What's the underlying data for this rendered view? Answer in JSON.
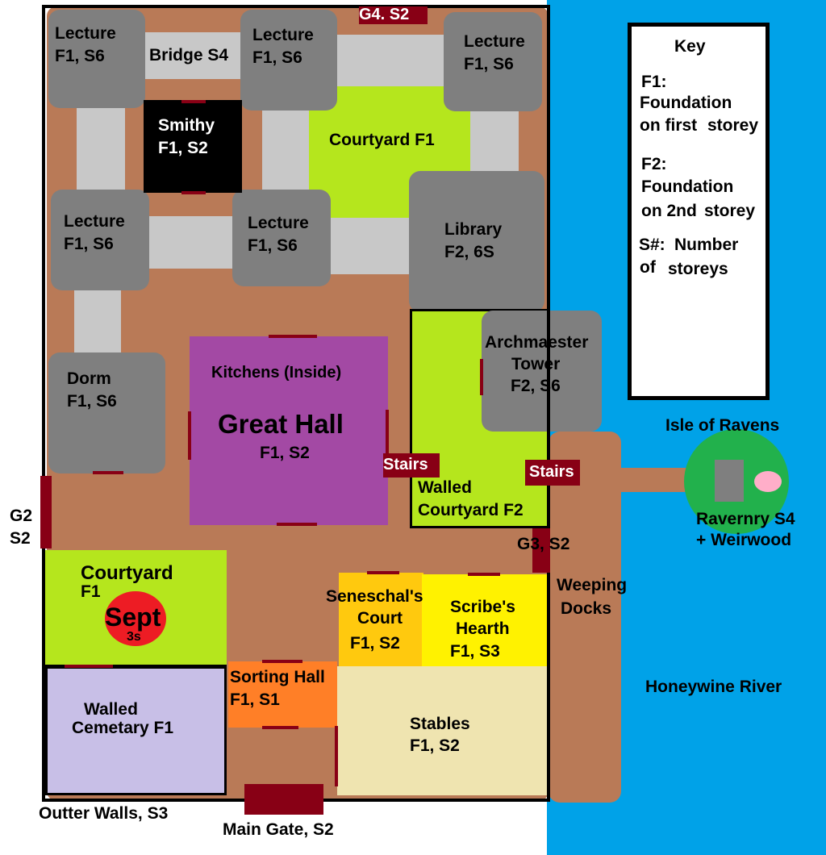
{
  "colors": {
    "water": "#00a2e8",
    "grounds": "#b97a57",
    "tower": "#7f7f7f",
    "bridge": "#c8c8c8",
    "courtyard": "#b5e61d",
    "great_hall": "#a349a4",
    "sept": "#ed1c24",
    "cemetery": "#c8bfe7",
    "sorting_hall": "#ff7f27",
    "seneschal": "#ffc90e",
    "scribe": "#fff200",
    "stables": "#efe4b0",
    "isle": "#22b14c",
    "weirwood": "#ffaec9",
    "door": "#880015",
    "smithy": "#000000"
  },
  "key": {
    "title": "Key",
    "f1_code": "F1:",
    "f1_desc_1": "Foundation",
    "f1_desc_2": "on first",
    "f1_desc_3": "storey",
    "f2_code": "F2:",
    "f2_desc_1": "Foundation",
    "f2_desc_2": "on 2nd",
    "f2_desc_3": "storey",
    "s_code": "S#:",
    "s_desc_1": "Number",
    "s_of": "of",
    "s_desc_2": "storeys"
  },
  "buildings": {
    "lecture_nw": {
      "name": "Lecture",
      "info": "F1, S6"
    },
    "lecture_n": {
      "name": "Lecture",
      "info": "F1, S6"
    },
    "lecture_ne": {
      "name": "Lecture",
      "info": "F1, S6"
    },
    "lecture_w": {
      "name": "Lecture",
      "info": "F1, S6"
    },
    "lecture_c": {
      "name": "Lecture",
      "info": "F1, S6"
    },
    "bridge": "Bridge S4",
    "smithy": {
      "name": "Smithy",
      "info": "F1, S2"
    },
    "courtyard_top": "Courtyard F1",
    "library": {
      "name": "Library",
      "info": "F2, 6S"
    },
    "dorm": {
      "name": "Dorm",
      "info": "F1, S6"
    },
    "kitchens": "Kitchens (Inside)",
    "great_hall": {
      "name": "Great Hall",
      "info": "F1, S2"
    },
    "archmaester": {
      "name_1": "Archmaester",
      "name_2": "Tower",
      "info": "F2, S6"
    },
    "stairs_1": "Stairs",
    "stairs_2": "Stairs",
    "walled_courtyard": {
      "name_1": "Walled",
      "name_2": "Courtyard F2"
    },
    "courtyard_sw": {
      "name": "Courtyard",
      "info": "F1"
    },
    "sept": {
      "name": "Sept",
      "info": "3s"
    },
    "seneschal": {
      "name_1": "Seneschal's",
      "name_2": "Court",
      "info": "F1, S2"
    },
    "scribe": {
      "name_1": "Scribe's",
      "name_2": "Hearth",
      "info": "F1, S3"
    },
    "cemetery": {
      "name_1": "Walled",
      "name_2": "Cemetary F1"
    },
    "sorting_hall": {
      "name": "Sorting Hall",
      "info": "F1, S1"
    },
    "stables": {
      "name": "Stables",
      "info": "F1, S2"
    }
  },
  "labels": {
    "g4": "G4. S2",
    "g2_1": "G2",
    "g2_2": "S2",
    "g3": "G3, S2",
    "weeping_1": "Weeping",
    "weeping_2": "Docks",
    "isle": "Isle of Ravens",
    "ravenry_1": "Ravernry  S4",
    "ravenry_2": "+ Weirwood",
    "river": "Honeywine River",
    "outer_walls": "Outter Walls, S3",
    "main_gate": "Main Gate, S2"
  }
}
